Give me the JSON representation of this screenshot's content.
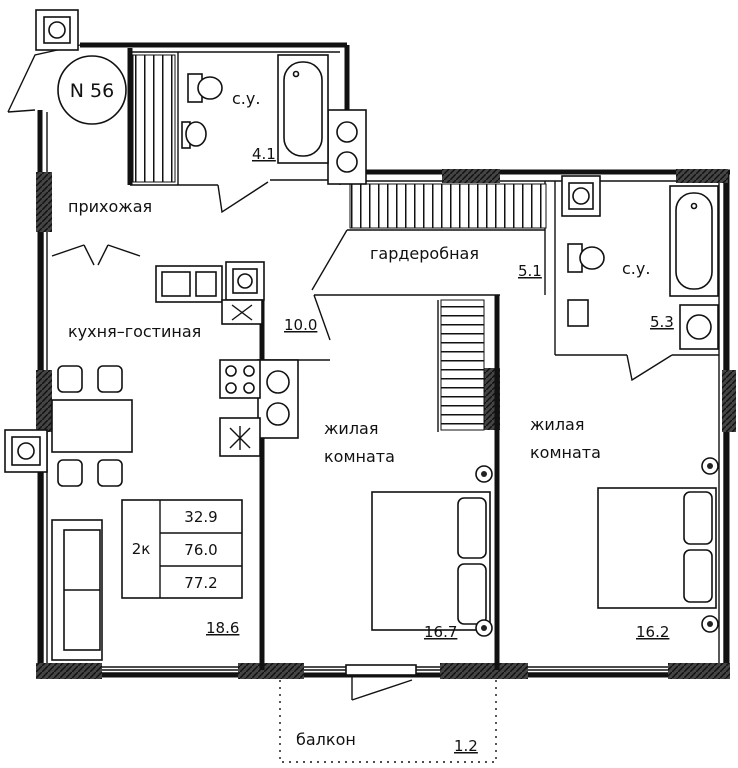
{
  "unit": {
    "number": "N 56"
  },
  "rooms": {
    "hallway": {
      "label": "прихожая",
      "area": "10.0"
    },
    "bathroom1": {
      "label": "с.у.",
      "area": "4.1"
    },
    "wardrobe": {
      "label": "гардеробная",
      "area": "5.1"
    },
    "bathroom2": {
      "label": "с.у.",
      "area": "5.3"
    },
    "kitchen_living": {
      "label": "кухня–гостиная",
      "area": "18.6"
    },
    "bedroom1": {
      "label1": "жилая",
      "label2": "комната",
      "area": "16.7"
    },
    "bedroom2": {
      "label1": "жилая",
      "label2": "комната",
      "area": "16.2"
    },
    "balcony": {
      "label": "балкон",
      "area": "1.2"
    }
  },
  "summary": {
    "rooms_count": "2к",
    "living_area": "32.9",
    "total_area": "76.0",
    "total_with_balcony": "77.2"
  }
}
